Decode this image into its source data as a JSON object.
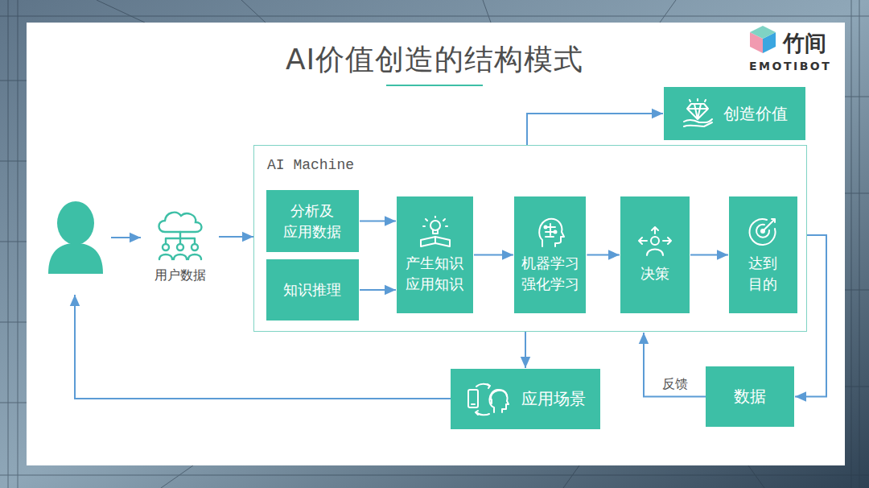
{
  "diagram": {
    "title": "AI价值创造的结构模式",
    "nodes": [
      {
        "text": [
          "用户数据"
        ]
      },
      {
        "text": [
          "创造价值"
        ]
      },
      {
        "text": [
          "AI Machine"
        ]
      },
      {
        "text": [
          "分析及 应用数据"
        ],
        "in": 2
      },
      {
        "text": [
          "知识推理"
        ],
        "in": 2
      },
      {
        "text": [
          "产生知识 应用知识"
        ],
        "in": 2
      },
      {
        "text": [
          "机器学习 强化学习"
        ],
        "in": 2
      },
      {
        "text": [
          "决策"
        ],
        "in": 2
      },
      {
        "text": [
          "达到 目的"
        ],
        "in": 2
      },
      {
        "text": [
          "应用场景"
        ]
      },
      {
        "text": [
          "数据"
        ]
      }
    ],
    "edges": [
      {
        "from": 0,
        "to": 2,
        "arrow": "to"
      },
      {
        "from": 3,
        "to": 5,
        "arrow": "to"
      },
      {
        "from": 4,
        "to": 5,
        "arrow": "to"
      },
      {
        "from": 5,
        "to": 6,
        "arrow": "to"
      },
      {
        "from": 6,
        "to": 7,
        "arrow": "to"
      },
      {
        "from": 7,
        "to": 8,
        "arrow": "to"
      },
      {
        "from": 2,
        "to": 1,
        "arrow": "to"
      },
      {
        "from": 2,
        "to": 9,
        "arrow": "to"
      },
      {
        "from": 2,
        "to": 10,
        "arrow": "to"
      },
      {
        "from": 10,
        "to": 2,
        "label": "反馈",
        "arrow": "to"
      }
    ],
    "labels": [
      "竹间",
      "EMOTIBOT"
    ]
  }
}
